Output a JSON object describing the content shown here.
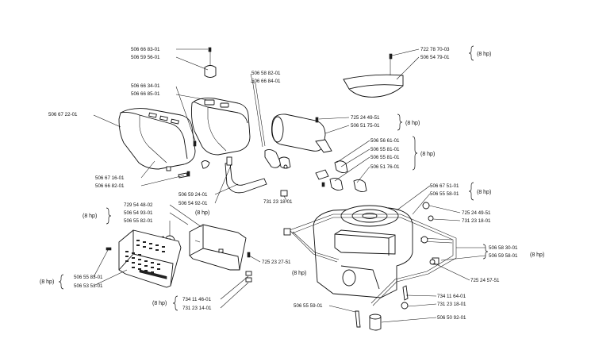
{
  "labels": [
    {
      "id": "a1",
      "text": "506 66 83-01"
    },
    {
      "id": "a2",
      "text": "506 59 56-01"
    },
    {
      "id": "b1",
      "text": "506 66 34-01"
    },
    {
      "id": "b2",
      "text": "506 66 85-01"
    },
    {
      "id": "c1",
      "text": "506 67 22-01"
    },
    {
      "id": "d1",
      "text": "506 67 16-01"
    },
    {
      "id": "d2",
      "text": "506 66 82-01"
    },
    {
      "id": "e1",
      "text": "506 58 82-01"
    },
    {
      "id": "e2",
      "text": "506 66 84-01"
    },
    {
      "id": "f1",
      "text": "722 78 70-03"
    },
    {
      "id": "f2",
      "text": "506 54 79-01"
    },
    {
      "id": "g1",
      "text": "725 24 49-51"
    },
    {
      "id": "g2",
      "text": "506 51 75-01"
    },
    {
      "id": "h1",
      "text": "506 56 61-01"
    },
    {
      "id": "h2",
      "text": "506 55 81-01"
    },
    {
      "id": "h3",
      "text": "506 55 81-01"
    },
    {
      "id": "h4",
      "text": "506 51 76-01"
    },
    {
      "id": "i1",
      "text": "506 59 24-01"
    },
    {
      "id": "i2",
      "text": "506 54 92-01"
    },
    {
      "id": "j1",
      "text": "731 23 18-01"
    },
    {
      "id": "k1",
      "text": "729 54 48-02"
    },
    {
      "id": "k2",
      "text": "506 54 93-01"
    },
    {
      "id": "k3",
      "text": "506 55 82-01"
    },
    {
      "id": "l1",
      "text": "506 67 51-01"
    },
    {
      "id": "l2",
      "text": "506 55 58-01"
    },
    {
      "id": "m1",
      "text": "725 24 49-51"
    },
    {
      "id": "m2",
      "text": "731 23 18-01"
    },
    {
      "id": "n1",
      "text": "725 23 27-51"
    },
    {
      "id": "o1",
      "text": "506 58 30-01"
    },
    {
      "id": "o2",
      "text": "506 59 58-01"
    },
    {
      "id": "p1",
      "text": "506 55 83-01"
    },
    {
      "id": "p2",
      "text": "506 53 51-01"
    },
    {
      "id": "q1",
      "text": "725 24 57-51"
    },
    {
      "id": "r1",
      "text": "734 11 46-01"
    },
    {
      "id": "r2",
      "text": "731 23 14-01"
    },
    {
      "id": "s1",
      "text": "734 11 64-01"
    },
    {
      "id": "s2",
      "text": "731 23 18-01"
    },
    {
      "id": "t1",
      "text": "506 55 59-01"
    },
    {
      "id": "u1",
      "text": "506 50 92-01"
    }
  ],
  "notes": {
    "hp": "(8 hp)"
  }
}
